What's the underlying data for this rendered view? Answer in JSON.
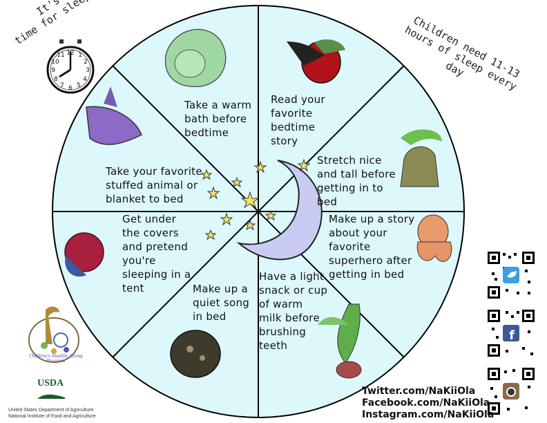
{
  "header": {
    "left_note": [
      "It's",
      "time for sleep!"
    ],
    "right_note": [
      "Children need 11-13",
      "hours of sleep every",
      "day"
    ]
  },
  "wheel": {
    "wedges": [
      {
        "lines": [
          "Take a warm",
          "bath before",
          "bedtime"
        ]
      },
      {
        "lines": [
          "Read your",
          "favorite",
          "bedtime",
          "story"
        ]
      },
      {
        "lines": [
          "Stretch nice",
          "and tall before",
          "getting in to",
          "bed"
        ]
      },
      {
        "lines": [
          "Make up a story",
          "about your",
          "favorite",
          "superhero after",
          "getting in bed"
        ]
      },
      {
        "lines": [
          "Have a light",
          "snack or cup",
          "of warm",
          "milk before",
          "brushing",
          "teeth"
        ]
      },
      {
        "lines": [
          "Make up a",
          "quiet song",
          "in bed"
        ]
      },
      {
        "lines": [
          "Get under",
          "the covers",
          "and pretend",
          "you're",
          "sleeping in a",
          "tent"
        ]
      },
      {
        "lines": [
          "Take your favorite",
          "stuffed animal or",
          "blanket to bed"
        ]
      }
    ]
  },
  "logos": {
    "usda": "USDA",
    "usda_line1": "United States Department of Agriculture",
    "usda_line2": "National Institute of Food and Agriculture",
    "program_name": "Children's Healthy Living Program"
  },
  "social": {
    "twitter": "Twitter.com/NaKiiOla",
    "facebook": "Facebook.com/NaKiiOla",
    "instagram": "Instagram.com/NaKiiOla"
  },
  "clock": {
    "hour": 8,
    "minute": 0
  },
  "colors": {
    "wedge_fill": "#ddf8fb",
    "moon": "#c9cbf3",
    "star": "#f5e16a"
  },
  "icons": [
    "clock-icon",
    "moon-icon",
    "star-icon",
    "twitter-icon",
    "facebook-icon",
    "instagram-icon",
    "qr-code-icon"
  ]
}
